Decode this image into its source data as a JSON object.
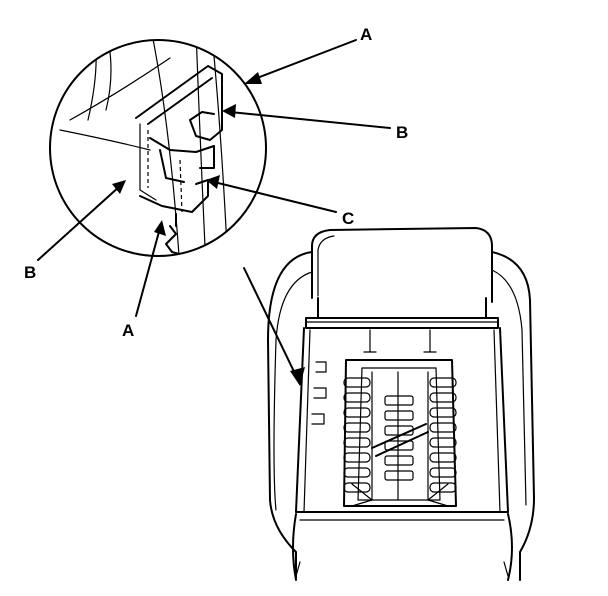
{
  "callouts": {
    "a_top": "A",
    "b_right": "B",
    "c_right": "C",
    "b_left": "B",
    "a_bottom": "A"
  },
  "colors": {
    "line": "#000000",
    "background": "#ffffff"
  }
}
